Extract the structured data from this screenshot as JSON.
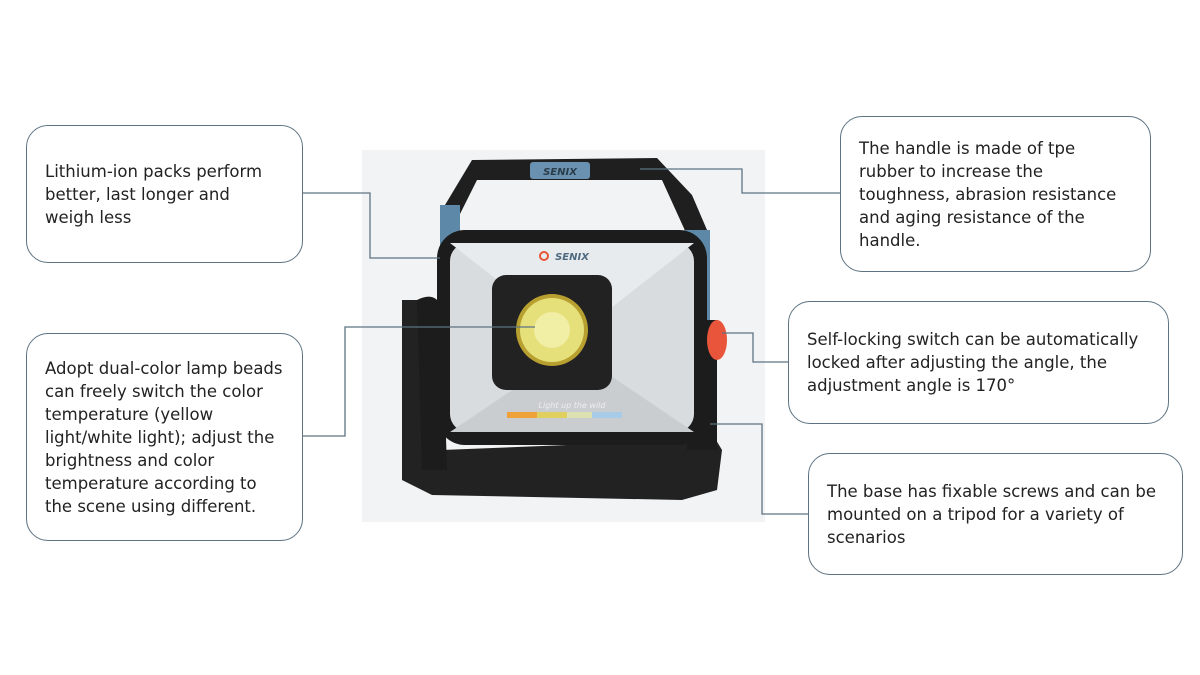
{
  "product": {
    "brand": "SENIX",
    "tagline": "Light up the wild"
  },
  "callouts": [
    {
      "id": "battery",
      "text": "Lithium-ion packs perform better, last longer and weigh less"
    },
    {
      "id": "handle",
      "text": "The handle is made of tpe rubber to increase the toughness, abrasion resistance and aging resistance of the handle."
    },
    {
      "id": "lamp-beads",
      "text": "Adopt dual-color lamp beads can freely switch the color temperature (yellow light/white light); adjust the brightness and color temperature according to the scene using different."
    },
    {
      "id": "switch",
      "text": "Self-locking switch can be automatically locked after adjusting the angle, the adjustment angle is 170°"
    },
    {
      "id": "base",
      "text": "The base has fixable screws and can be mounted on a tripod for a variety of scenarios"
    }
  ],
  "colors": {
    "border": "#5d7382",
    "accent": "#e8553a",
    "handle_blue": "#5d88a8"
  }
}
